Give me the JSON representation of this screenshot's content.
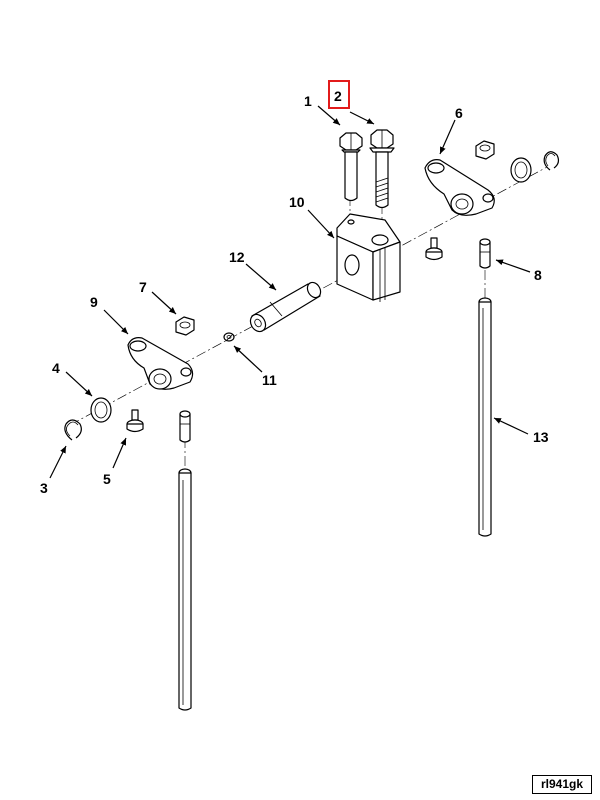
{
  "figure_id": "rl941gk",
  "highlight_color": "#e21b1b",
  "highlighted_callout": "2",
  "callouts": {
    "c1": "1",
    "c2": "2",
    "c3": "3",
    "c4": "4",
    "c5": "5",
    "c6": "6",
    "c7": "7",
    "c8": "8",
    "c9": "9",
    "c10": "10",
    "c11": "11",
    "c12": "12",
    "c13": "13"
  }
}
